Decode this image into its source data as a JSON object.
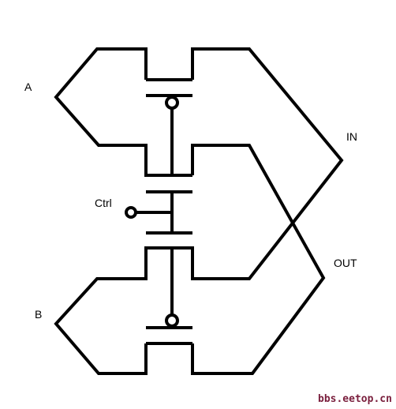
{
  "labels": {
    "a": "A",
    "b": "B",
    "ctrl": "Ctrl",
    "in": "IN",
    "out": "OUT"
  },
  "watermark": "bbs.eetop.cn",
  "colors": {
    "line": "#000000",
    "background": "#ffffff",
    "watermark": "#7a1f3d"
  }
}
